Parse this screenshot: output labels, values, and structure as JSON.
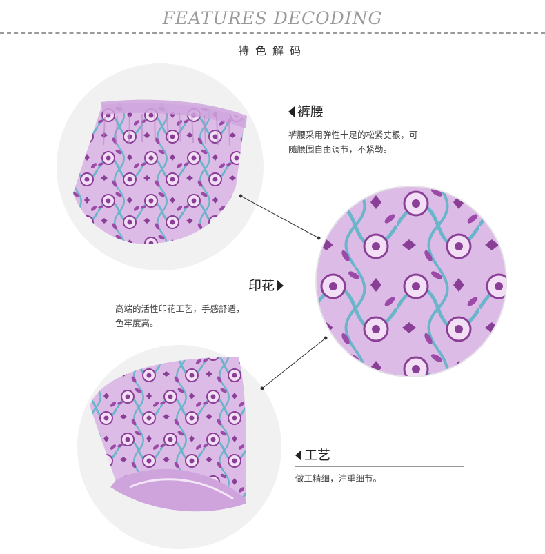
{
  "header": {
    "title": "FEATURES DECODING",
    "subtitle": "特色解码"
  },
  "features": [
    {
      "title": "裤腰",
      "desc_line1": "裤腰采用弹性十足的松紧丈根，可",
      "desc_line2": "随腰围自由调节，不紧勒。"
    },
    {
      "title": "印花",
      "desc_line1": "高端的活性印花工艺，手感舒适，",
      "desc_line2": "色牢度高。"
    },
    {
      "title": "工艺",
      "desc_line1": "做工精细，注重细节。",
      "desc_line2": ""
    }
  ],
  "colors": {
    "fabric_base": "#d8b6e4",
    "fabric_purple": "#8a3f97",
    "fabric_teal": "#6ab5c9",
    "text_gray": "#9a9a9a"
  }
}
